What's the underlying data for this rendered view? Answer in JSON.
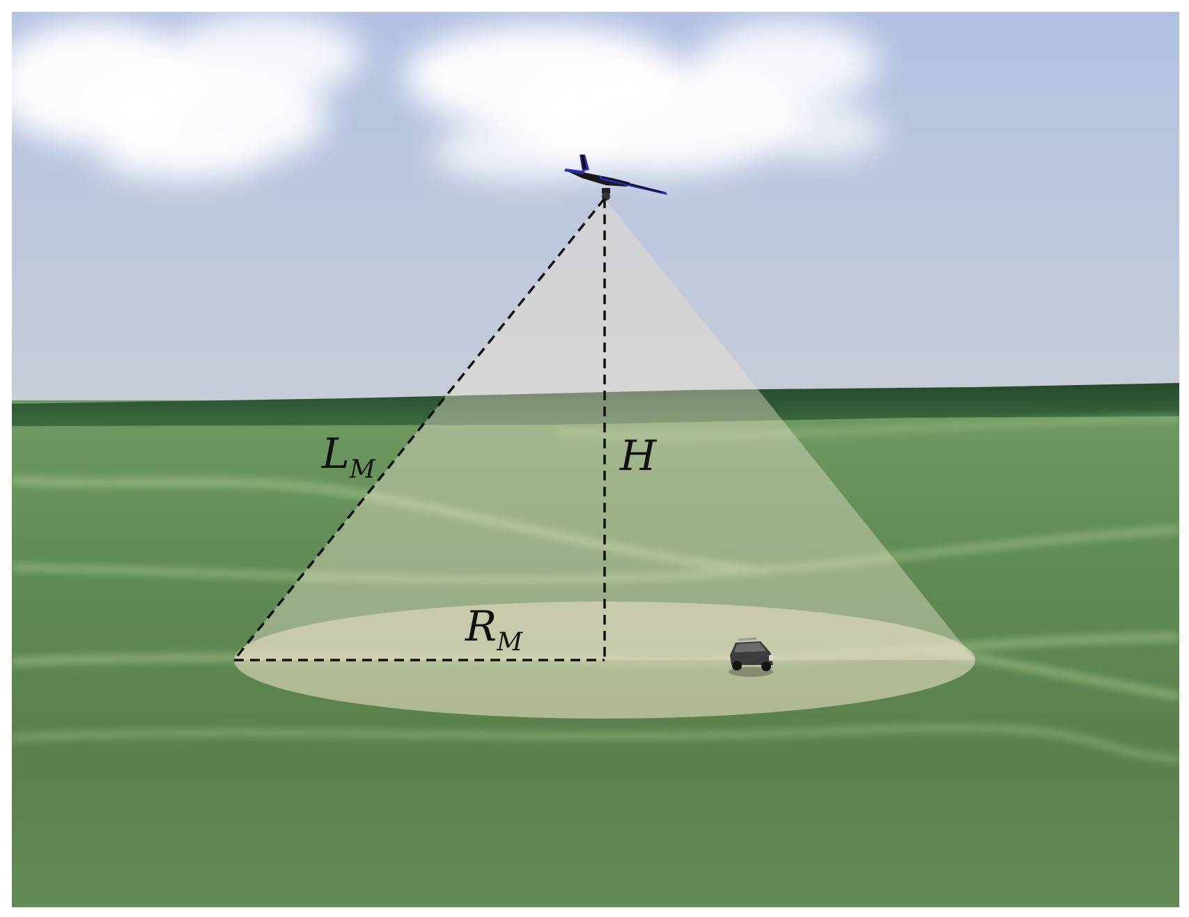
{
  "labels": {
    "slant_range": {
      "main": "L",
      "sub": "M"
    },
    "height": {
      "main": "H"
    },
    "ground_radius": {
      "main": "R",
      "sub": "M"
    }
  },
  "colors": {
    "sky_top": "#b4c2e0",
    "sky_bottom": "#c4ccd8",
    "horizon_band": "#2f5a34",
    "ground": "#5b8550",
    "ground_light": "#7fa46c",
    "cone_fill": "#ebe2cc",
    "footprint_fill": "#e6dcbf",
    "dashed_line": "#111111",
    "aircraft_body": "#1a1a1a",
    "aircraft_accent": "#2a2ab8",
    "vehicle": "#3a3a3a"
  },
  "icons": {
    "aircraft": "fixed-wing-uav-icon",
    "vehicle": "suv-vehicle-icon",
    "sensor": "gimbal-camera-icon"
  }
}
